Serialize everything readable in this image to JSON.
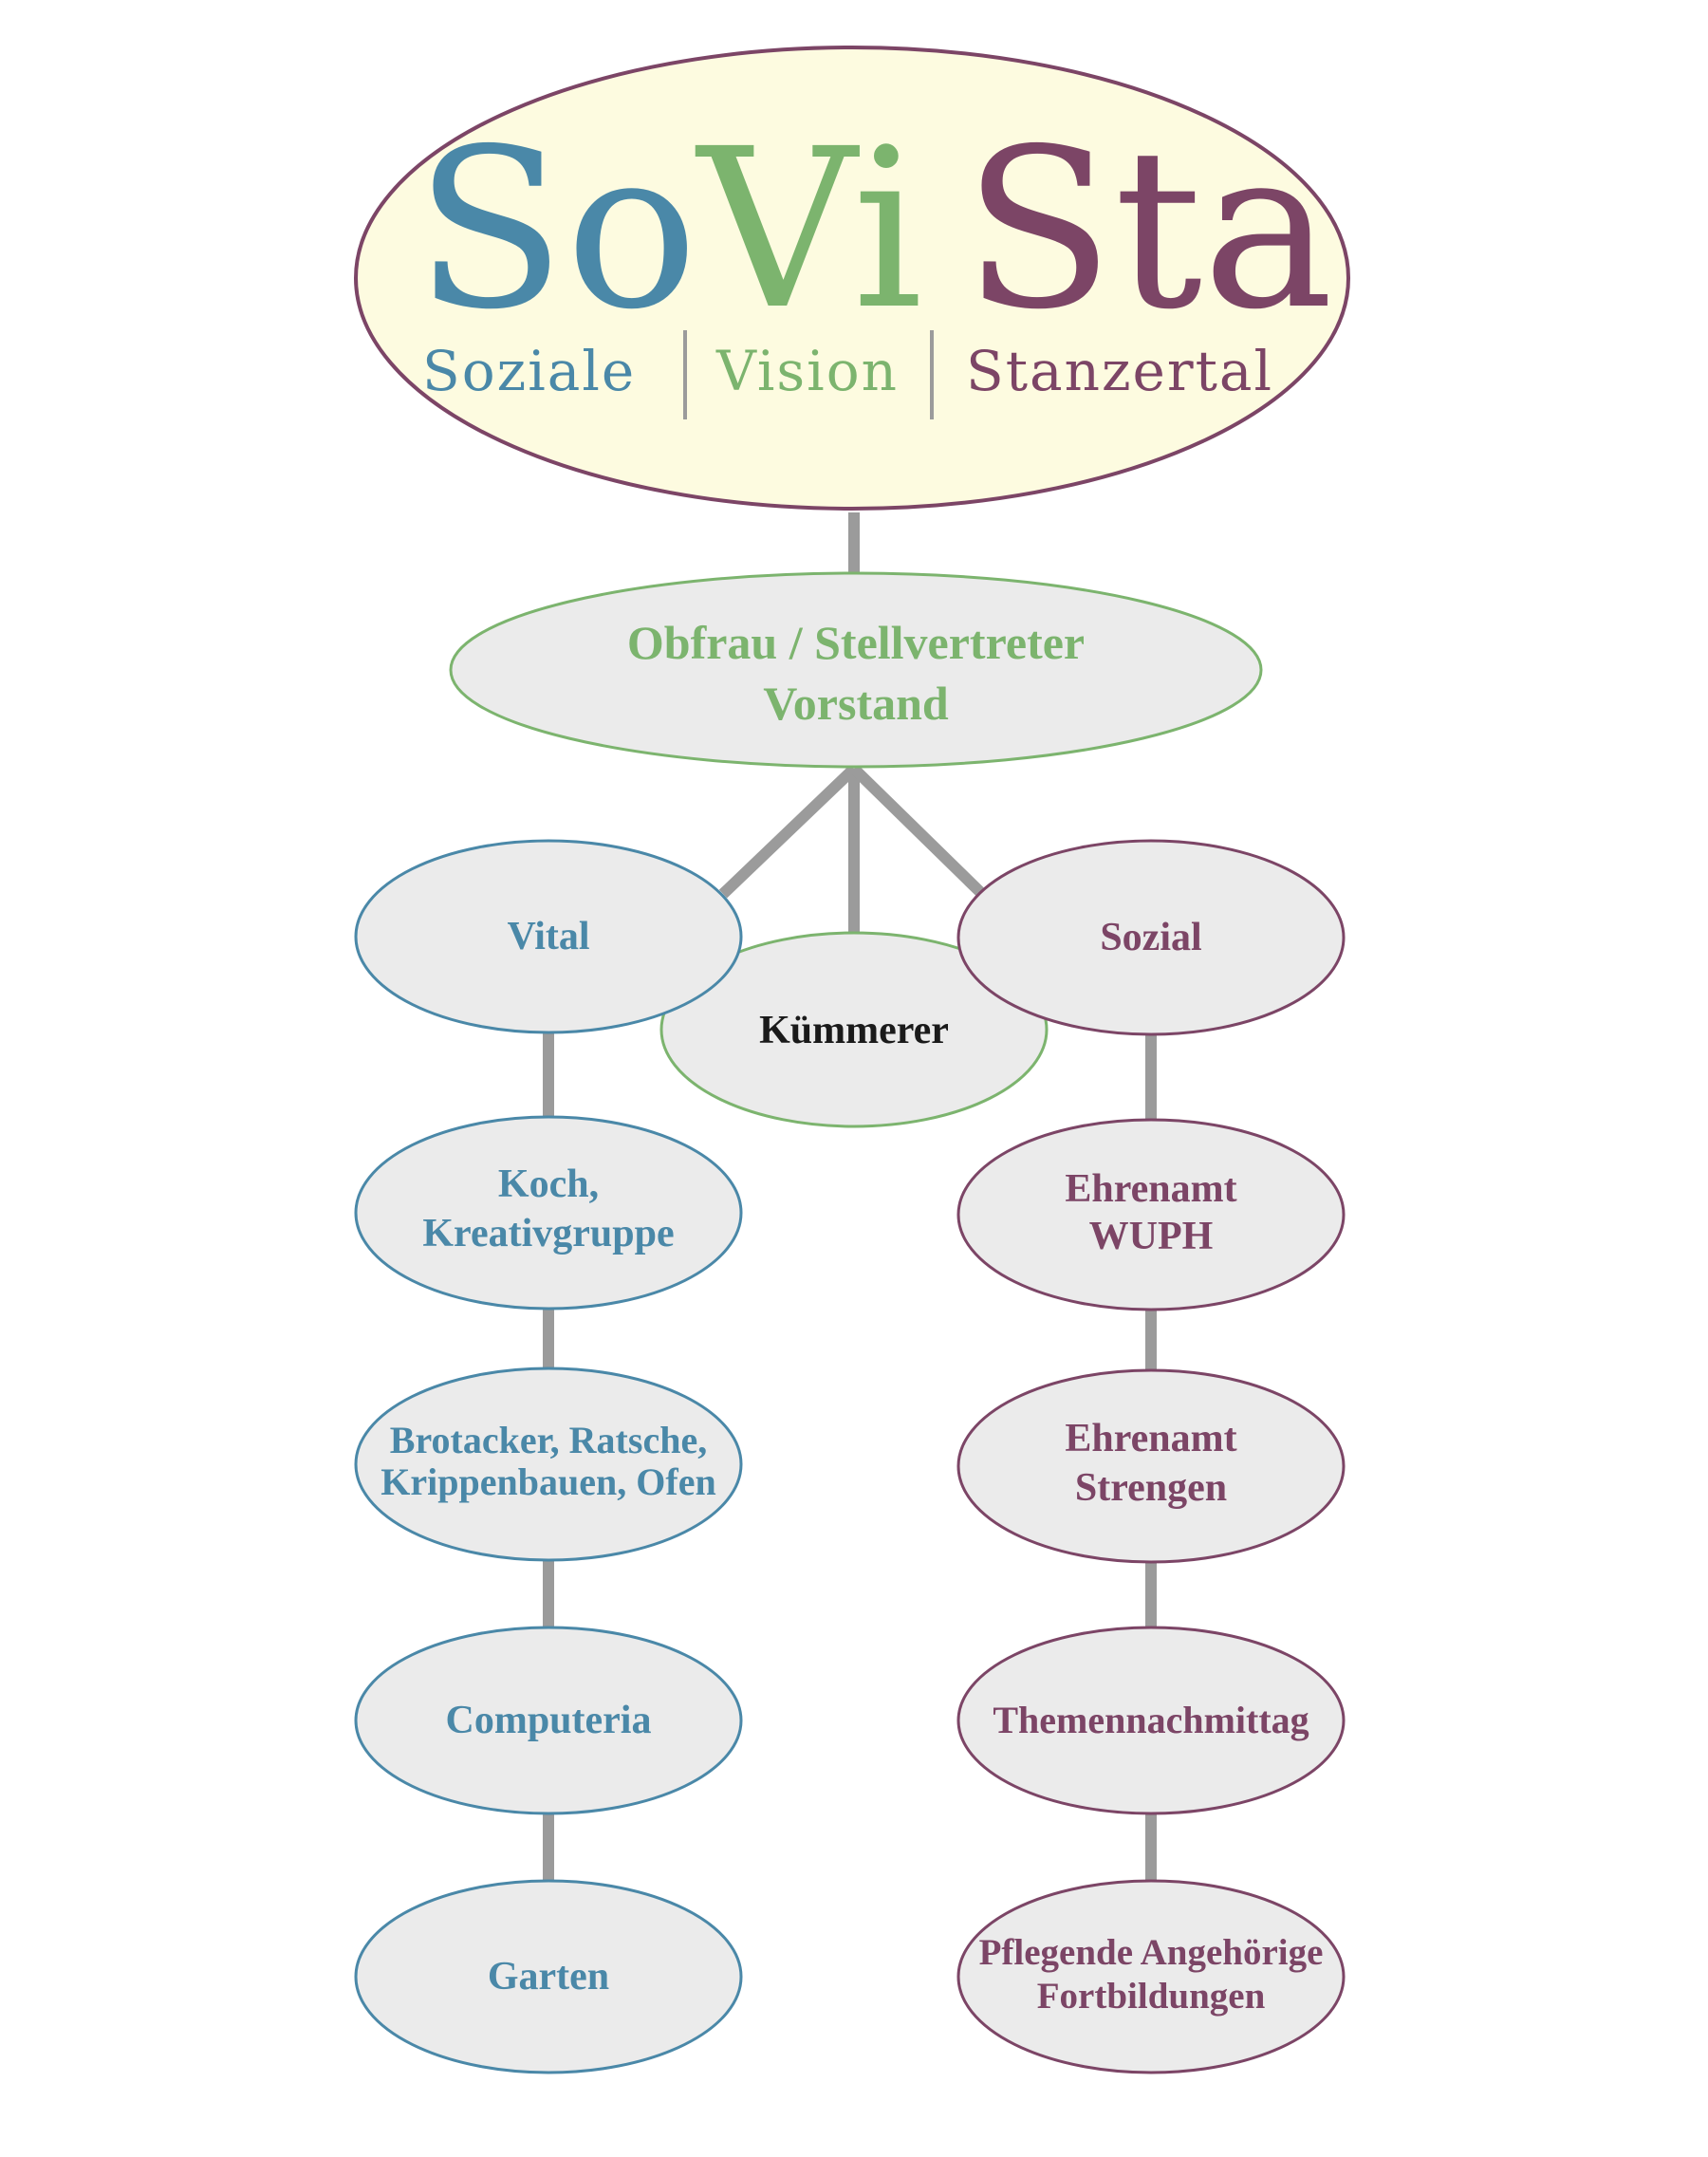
{
  "colors": {
    "blue": "#4a88a8",
    "green": "#7cb46e",
    "purple": "#7c4566",
    "black": "#1a1a1a",
    "node_fill": "#ebebeb",
    "logo_fill": "#fdfbe0",
    "connector": "#9b9b9b"
  },
  "logo": {
    "so": "So",
    "vi": "Vi",
    "sta": "Sta",
    "soziale": "Soziale",
    "vision": "Vision",
    "stanzertal": "Stanzertal"
  },
  "board": {
    "line1": "Obfrau / Stellvertreter",
    "line2": "Vorstand"
  },
  "kuemmerer": "Kümmerer",
  "vital": {
    "title": "Vital",
    "items": [
      [
        "Koch,",
        "Kreativgruppe"
      ],
      [
        "Brotacker, Ratsche,",
        "Krippenbauen, Ofen"
      ],
      [
        "Computeria"
      ],
      [
        "Garten"
      ]
    ]
  },
  "sozial": {
    "title": "Sozial",
    "items": [
      [
        "Ehrenamt",
        "WUPH"
      ],
      [
        "Ehrenamt",
        "Strengen"
      ],
      [
        "Themennachmittag"
      ],
      [
        "Pflegende Angehörige",
        "Fortbildungen"
      ]
    ]
  }
}
